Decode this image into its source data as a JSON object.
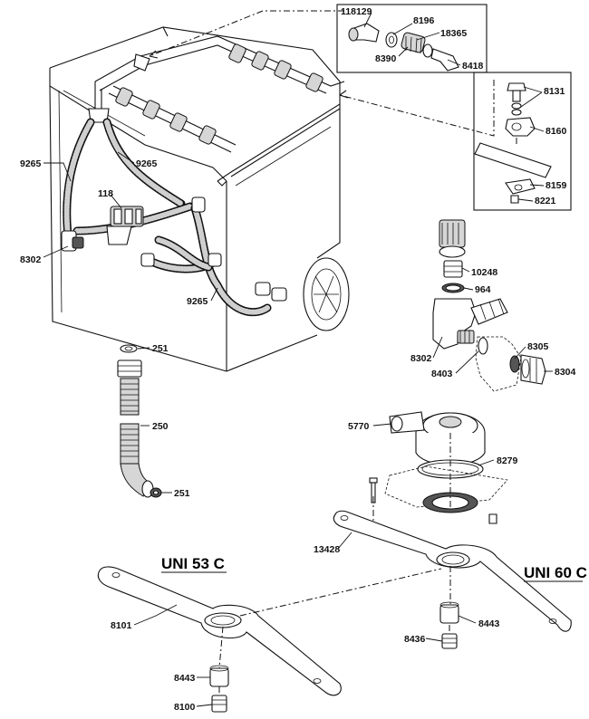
{
  "parts": {
    "p118129": "118129",
    "p8196": "8196",
    "p18365": "18365",
    "p8390": "8390",
    "p8418": "8418",
    "p8131": "8131",
    "p8160": "8160",
    "p8159": "8159",
    "p8221": "8221",
    "p9265a": "9265",
    "p9265b": "9265",
    "p9265c": "9265",
    "p118": "118",
    "p8302a": "8302",
    "p10248": "10248",
    "p964": "964",
    "p8302b": "8302",
    "p8305": "8305",
    "p8403": "8403",
    "p8304": "8304",
    "p251a": "251",
    "p250": "250",
    "p251b": "251",
    "p5770": "5770",
    "p8279": "8279",
    "p13428": "13428",
    "p8101": "8101",
    "p8443a": "8443",
    "p8443b": "8443",
    "p8436": "8436",
    "p8100": "8100"
  },
  "models": {
    "left": "UNI 53 C",
    "right": "UNI 60 C"
  }
}
